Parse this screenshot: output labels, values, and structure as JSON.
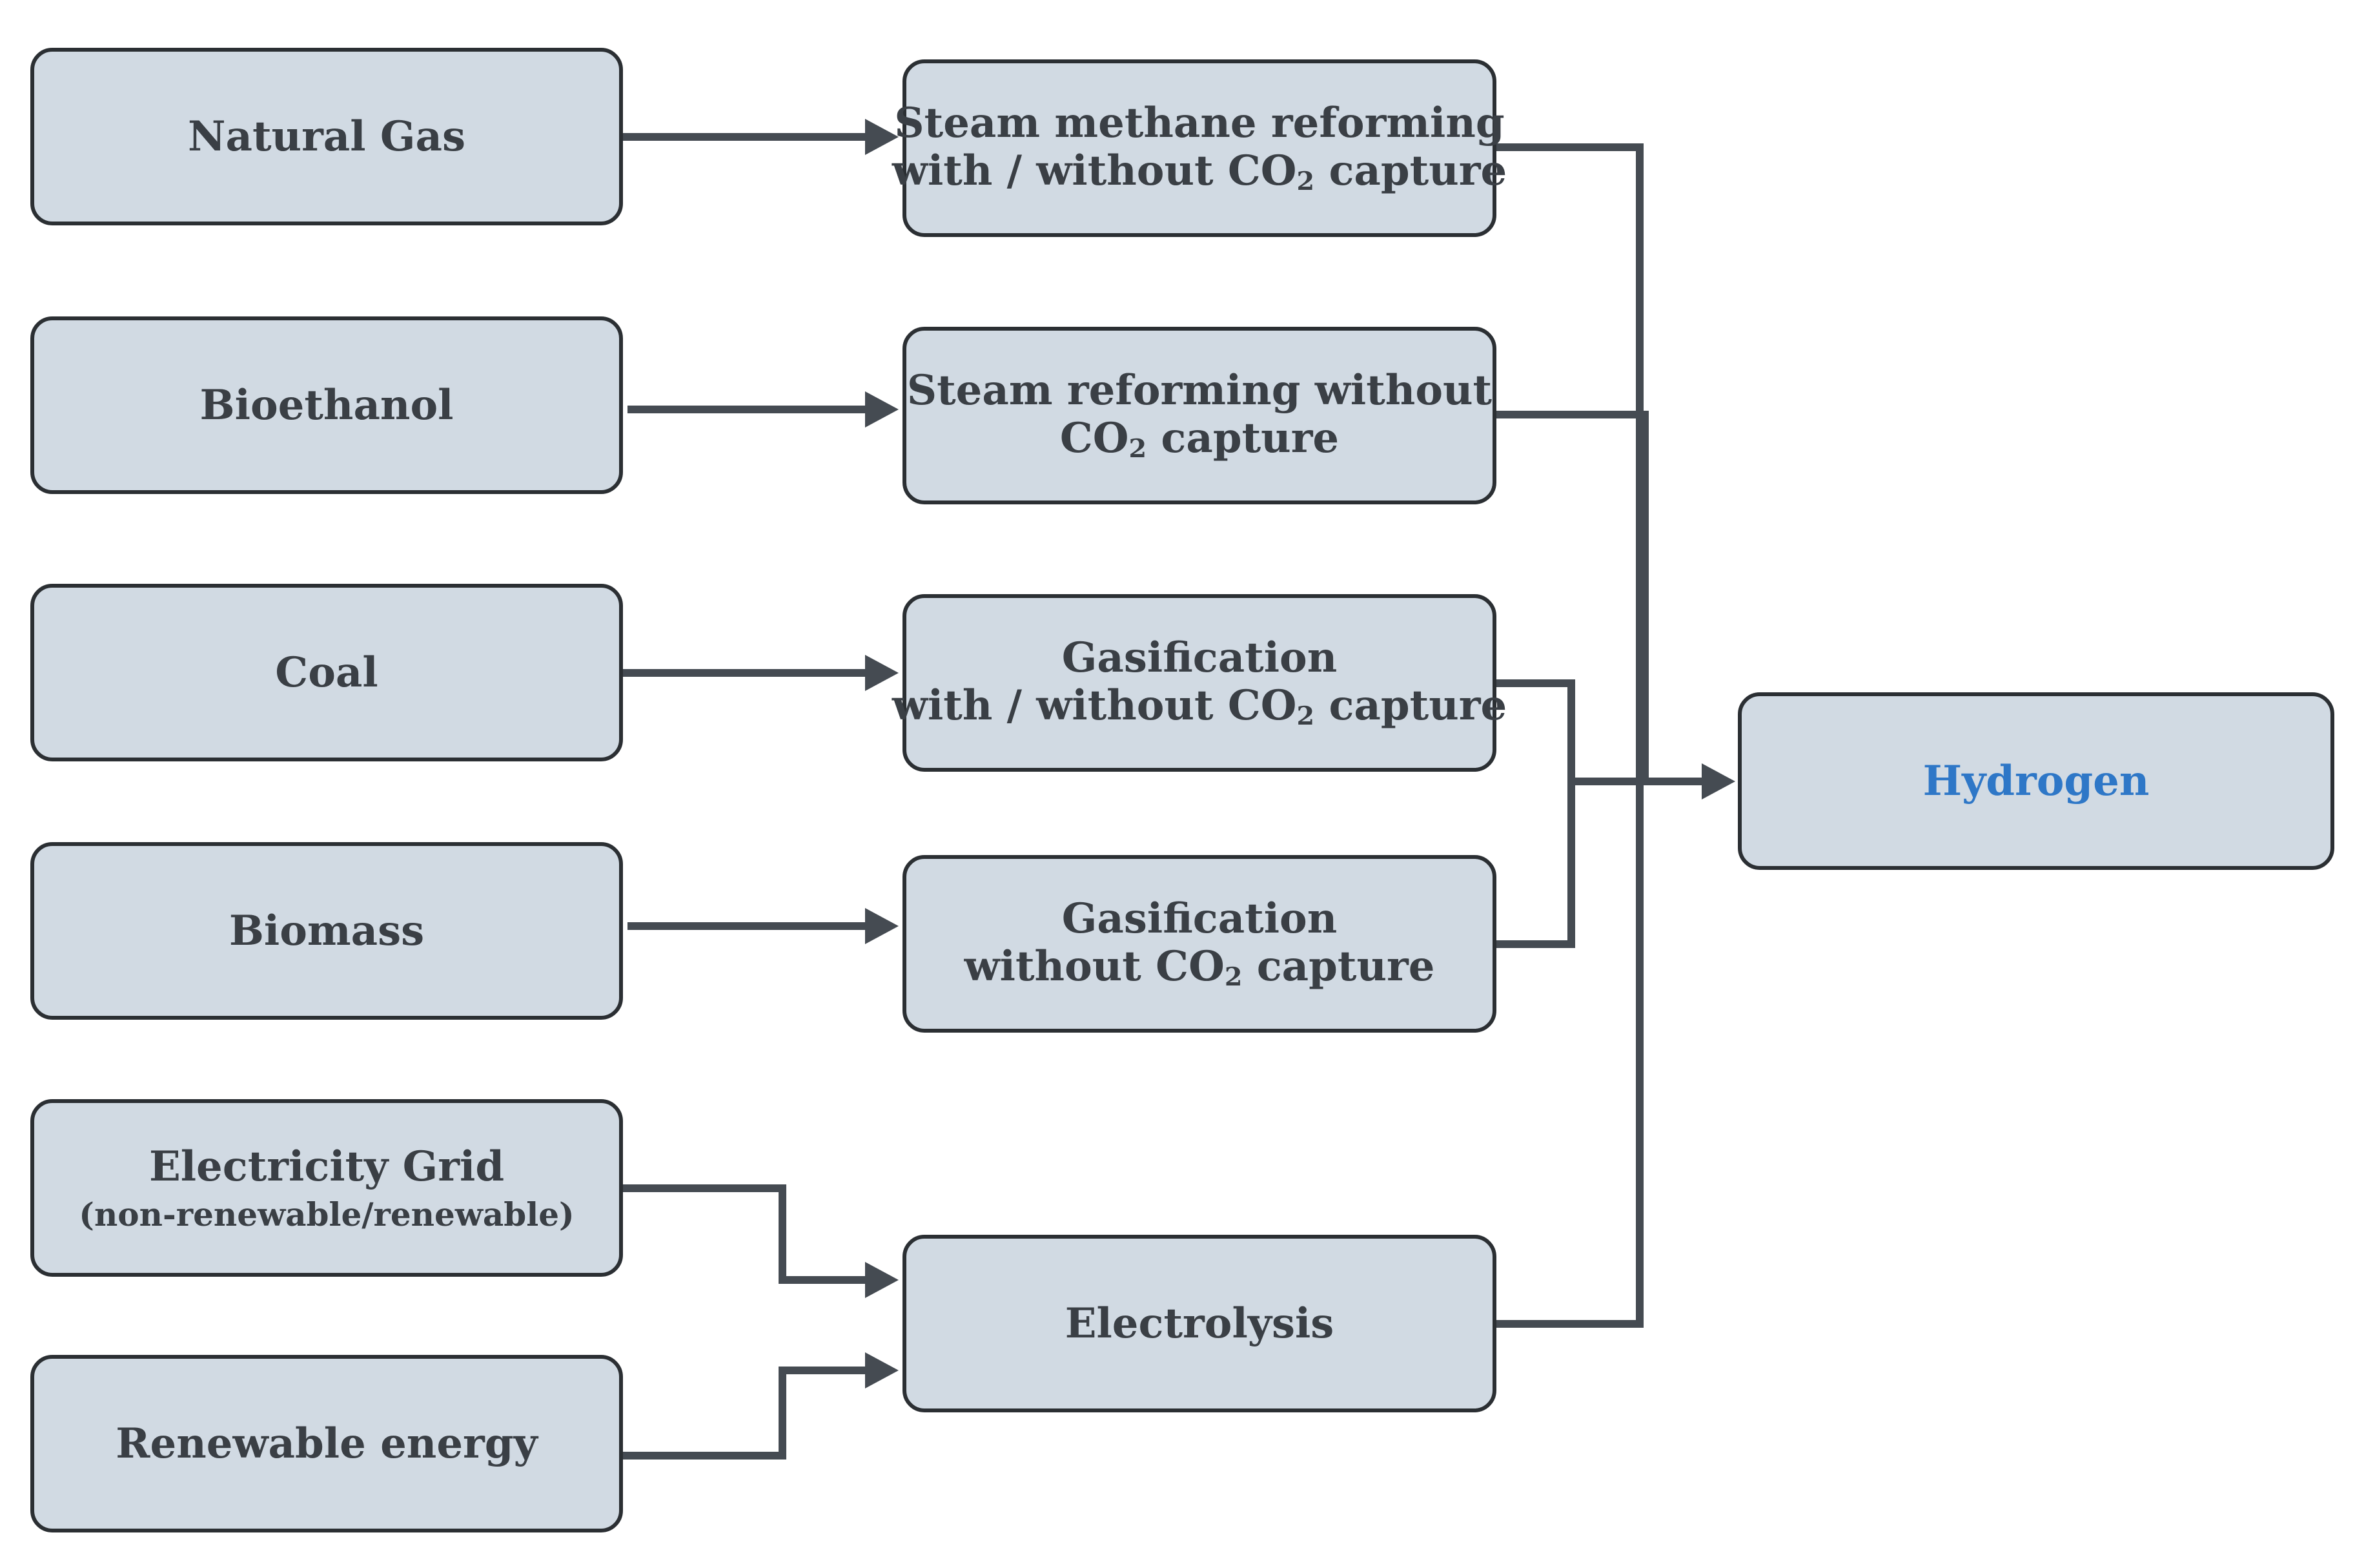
{
  "sources": {
    "natural_gas": "Natural Gas",
    "bioethanol": "Bioethanol",
    "coal": "Coal",
    "biomass": "Biomass",
    "electricity_grid": "Electricity Grid",
    "electricity_grid_note": "(non-renewable/renewable)",
    "renewable_energy": "Renewable energy"
  },
  "processes": {
    "smr_line1": "Steam methane reforming",
    "smr_line2_pre": "with / without CO",
    "smr_line2_sub": "2",
    "smr_line2_post": " capture",
    "steam_reforming_line1": "Steam reforming without",
    "steam_reforming_line2_pre": "CO",
    "steam_reforming_line2_sub": "2",
    "steam_reforming_line2_post": " capture",
    "coal_gasification_line1": "Gasification",
    "coal_gasification_line2_pre": "with / without CO",
    "coal_gasification_line2_sub": "2",
    "coal_gasification_line2_post": " capture",
    "biomass_gasification_line1": "Gasification",
    "biomass_gasification_line2_pre": "without CO",
    "biomass_gasification_line2_sub": "2",
    "biomass_gasification_line2_post": " capture",
    "electrolysis": "Electrolysis"
  },
  "output": {
    "hydrogen": "Hydrogen"
  },
  "colors": {
    "box_fill": "#d1dae3",
    "box_border": "#2b2f33",
    "connector": "#454b52",
    "text": "#3a3f45",
    "hydrogen_text": "#2e77c7"
  }
}
